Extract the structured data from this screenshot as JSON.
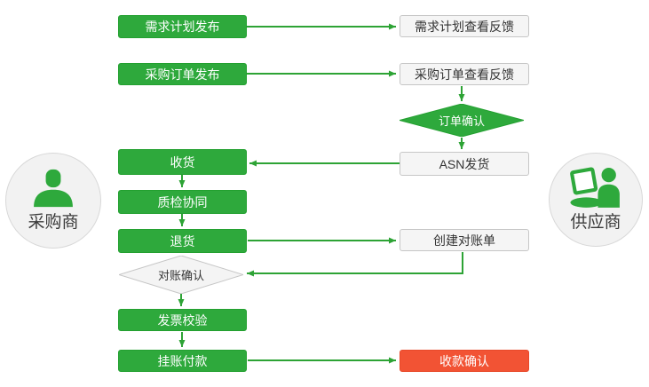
{
  "actors": {
    "buyer": {
      "label": "采购商"
    },
    "supplier": {
      "label": "供应商"
    }
  },
  "icons": {
    "buyer": "person-silhouette-icon",
    "supplier": "person-with-laptop-icon"
  },
  "nodes": {
    "demand_plan_publish": {
      "label": "需求计划发布"
    },
    "po_publish": {
      "label": "采购订单发布"
    },
    "receive_goods": {
      "label": "收货"
    },
    "quality_check": {
      "label": "质检协同"
    },
    "return_goods": {
      "label": "退货"
    },
    "reconciliation_confirm": {
      "label": "对账确认"
    },
    "invoice_check": {
      "label": "发票校验"
    },
    "payment_on_account": {
      "label": "挂账付款"
    },
    "demand_plan_feedback": {
      "label": "需求计划查看反馈"
    },
    "po_feedback": {
      "label": "采购订单查看反馈"
    },
    "order_confirm": {
      "label": "订单确认"
    },
    "asn_ship": {
      "label": "ASN发货"
    },
    "create_statement": {
      "label": "创建对账单"
    },
    "receipt_confirm": {
      "label": "收款确认"
    }
  },
  "colors": {
    "process_green_fill": "#2ea93c",
    "process_green_border": "#23a030",
    "arrow_green": "#2da335",
    "final_red_fill": "#f25334",
    "final_red_border": "#e8492a",
    "feedback_gray_fill": "#f5f5f5",
    "feedback_gray_border": "#c6c6c6",
    "text_dark": "#333333",
    "text_white": "#ffffff",
    "actor_circle_fill": "#f2f2f2"
  }
}
